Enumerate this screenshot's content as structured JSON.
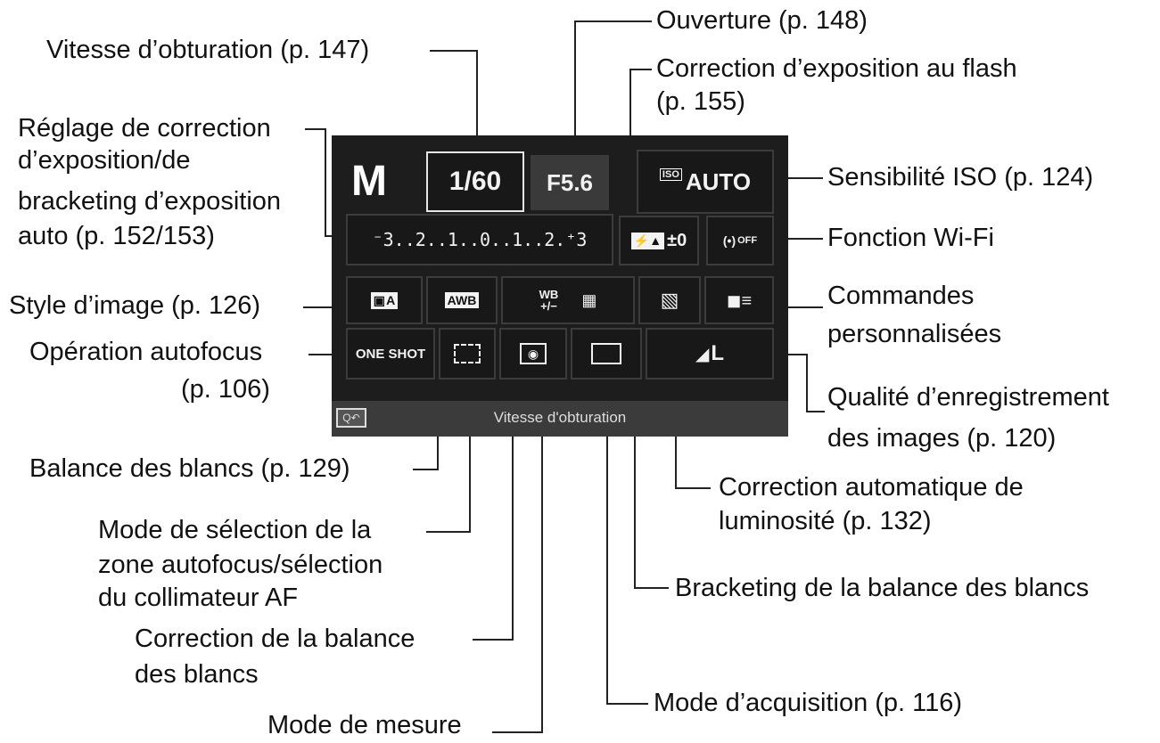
{
  "screen": {
    "mode": "M",
    "shutter": "1/60",
    "aperture": "F5.6",
    "iso_badge": "ISO",
    "iso_value": "AUTO",
    "exposure_scale": "⁻3..2..1..0..1..2.⁺3",
    "flash_comp": "±0",
    "wifi": "OFF",
    "picture_style": "A",
    "wb": "AWB",
    "wb_corr": "WB",
    "drive_one_shot": "ONE SHOT",
    "quality": "L",
    "status_text": "Vitesse d'obturation"
  },
  "labels": {
    "ouverture": "Ouverture (p. 148)",
    "vitesse": "Vitesse d’obturation (p. 147)",
    "flash_comp_1": "Correction d’exposition au flash",
    "flash_comp_2": "(p. 155)",
    "reglage_1": "Réglage de correction",
    "reglage_2": "d’exposition/de",
    "reglage_3": "bracketing d’exposition",
    "reglage_4": "auto (p. 152/153)",
    "iso": "Sensibilité ISO (p. 124)",
    "wifi": "Fonction Wi-Fi",
    "style": "Style d’image (p. 126)",
    "commandes_1": "Commandes",
    "commandes_2": "personnalisées",
    "autofocus_1": "Opération autofocus",
    "autofocus_2": "(p. 106)",
    "qualite_1": "Qualité d’enregistrement",
    "qualite_2": "des images (p. 120)",
    "balance": "Balance des blancs (p. 129)",
    "corr_auto_1": "Correction automatique de",
    "corr_auto_2": "luminosité (p. 132)",
    "zone_af_1": "Mode de sélection de la",
    "zone_af_2": "zone autofocus/sélection",
    "zone_af_3": "du collimateur AF",
    "bracketing_wb": "Bracketing de la balance des blancs",
    "corr_wb_1": "Correction de la balance",
    "corr_wb_2": "des blancs",
    "acquisition": "Mode d’acquisition (p. 116)",
    "mesure": "Mode de mesure"
  }
}
